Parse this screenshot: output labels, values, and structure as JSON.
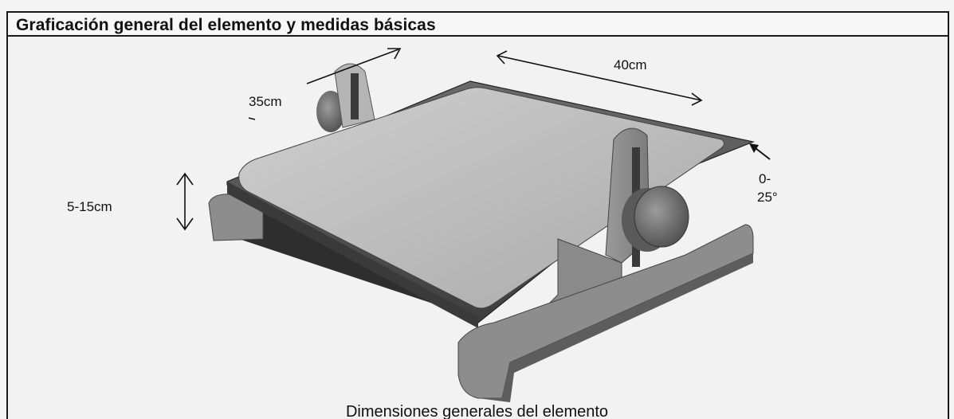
{
  "header": {
    "title": "Graficación general del elemento y medidas básicas"
  },
  "dimensions": {
    "depth": "35cm",
    "width": "40cm",
    "height": "5-15cm",
    "angle_line1": "0-",
    "angle_line2": "25°"
  },
  "caption": "Dimensiones generales del elemento",
  "colors": {
    "border": "#1a1a1a",
    "platform_top": "#bfbfbf",
    "platform_frame": "#555555",
    "support": "#8c8c8c",
    "base": "#6e6e6e"
  }
}
